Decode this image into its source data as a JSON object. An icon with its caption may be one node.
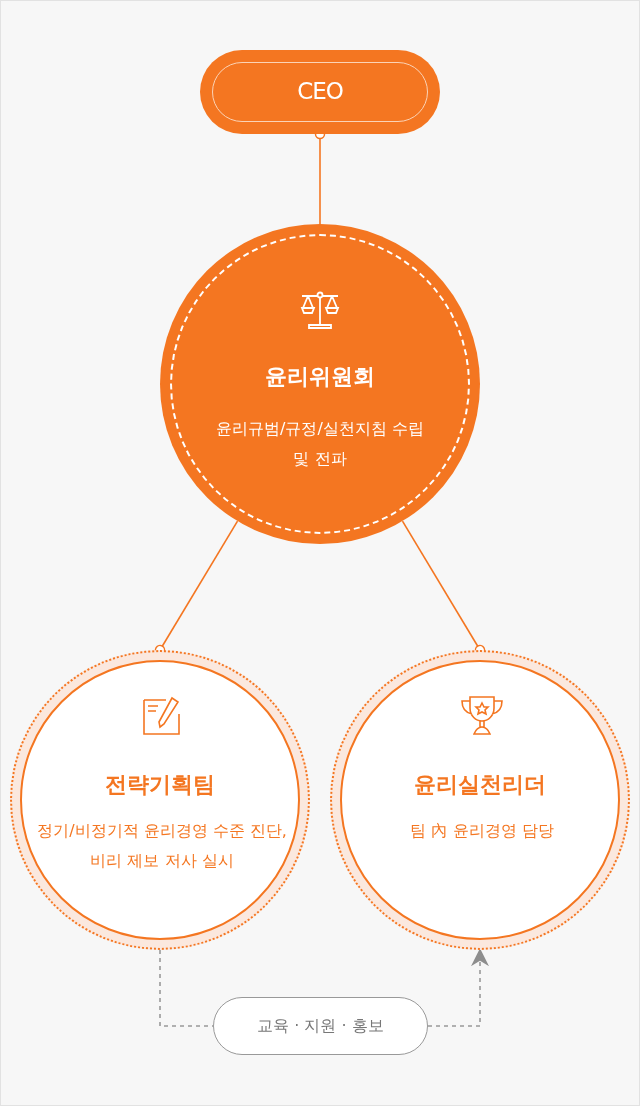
{
  "diagram": {
    "nodes": [
      {
        "text": [
          "CEO"
        ]
      },
      {
        "text": [
          "윤리위원회",
          "윤리규범/규정/실천지침 수립 및 전파"
        ]
      },
      {
        "text": [
          "전략기획팀",
          "정기/비정기적 윤리경영 수준 진단, 비리 제보 저사 실시"
        ]
      },
      {
        "text": [
          "윤리실천리더",
          "팀 內 윤리경영 담당"
        ]
      },
      {
        "text": [
          "교육 · 지원 · 홍보"
        ]
      }
    ],
    "edges": [
      {
        "from": 1,
        "to": 0,
        "arrow": "other"
      },
      {
        "from": 1,
        "to": 2,
        "arrow": "other"
      },
      {
        "from": 1,
        "to": 3,
        "arrow": "other"
      },
      {
        "from": 2,
        "to": 4,
        "arrow": "none",
        "style": "dashed",
        "color": "#999999"
      },
      {
        "from": 4,
        "to": 3,
        "arrow": "to",
        "style": "dashed",
        "color": "#999999"
      }
    ]
  }
}
